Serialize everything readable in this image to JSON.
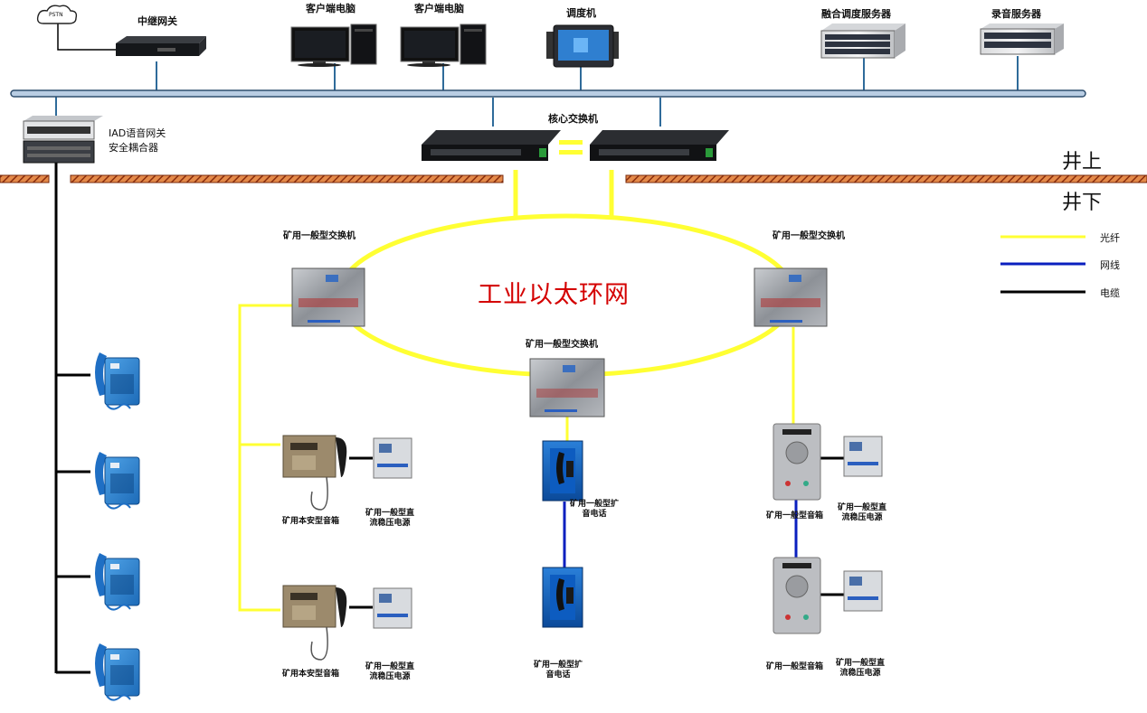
{
  "labels": {
    "pstn": "PSTN",
    "relay_gateway": "中继网关",
    "client_pc_1": "客户端电脑",
    "client_pc_2": "客户端电脑",
    "dispatcher": "调度机",
    "fusion_server": "融合调度服务器",
    "recording_server": "录音服务器",
    "iad_line1": "IAD语音网关",
    "iad_line2": "安全耦合器",
    "core_switch": "核心交换机",
    "surface": "井上",
    "underground": "井下",
    "mine_switch_left": "矿用一般型交换机",
    "mine_switch_right": "矿用一般型交换机",
    "mine_switch_center": "矿用一般型交换机",
    "ring_network": "工业以太环网",
    "speaker_intrinsic_1": "矿用本安型音箱",
    "speaker_intrinsic_2": "矿用本安型音箱",
    "psu_left_1": "矿用一般型直\n流稳压电源",
    "psu_left_2": "矿用一般型直\n流稳压电源",
    "amp_phone_1": "矿用一般型扩\n音电话",
    "amp_phone_2": "矿用一般型扩\n音电话",
    "speaker_general_1": "矿用一般型音箱",
    "speaker_general_2": "矿用一般型音箱",
    "psu_right_1": "矿用一般型直\n流稳压电源",
    "psu_right_2": "矿用一般型直\n流稳压电源"
  },
  "legend": [
    {
      "label": "光纤",
      "color": "#ffff33"
    },
    {
      "label": "网线",
      "color": "#0a1fbf"
    },
    {
      "label": "电缆",
      "color": "#000000"
    }
  ],
  "colors": {
    "fiber": "#ffff33",
    "network_cable": "#0a1fbf",
    "cable": "#000000",
    "backbone_bus": "#b9cde3",
    "trunk_link": "#2f6b9a",
    "ground_hatch": "#b5451b",
    "ring_title": "#d40000"
  },
  "icons": [
    "cloud-icon",
    "gateway-device-icon",
    "desktop-pc-icon",
    "touch-terminal-icon",
    "rack-server-icon",
    "iad-rack-icon",
    "network-switch-icon",
    "mine-switch-box-icon",
    "explosion-proof-phone-icon",
    "speaker-box-icon",
    "power-supply-icon",
    "amplified-phone-icon",
    "intercom-speaker-icon"
  ]
}
